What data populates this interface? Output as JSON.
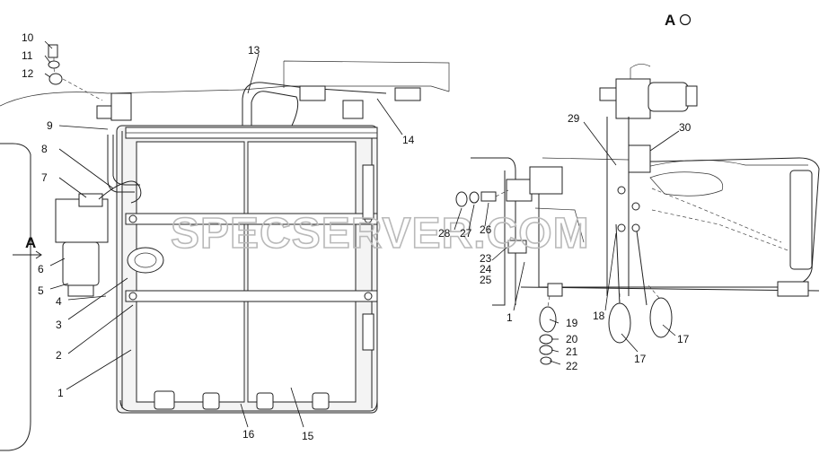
{
  "view_label": "A",
  "section_label": "A",
  "watermark": "SPECSERVER.COM",
  "callouts": [
    "10",
    "11",
    "12",
    "13",
    "9",
    "8",
    "7",
    "6",
    "5",
    "4",
    "3",
    "2",
    "1",
    "14",
    "16",
    "15",
    "29",
    "30",
    "28",
    "27",
    "26",
    "23",
    "24",
    "25",
    "1",
    "18",
    "19",
    "20",
    "21",
    "22",
    "17",
    "17"
  ]
}
